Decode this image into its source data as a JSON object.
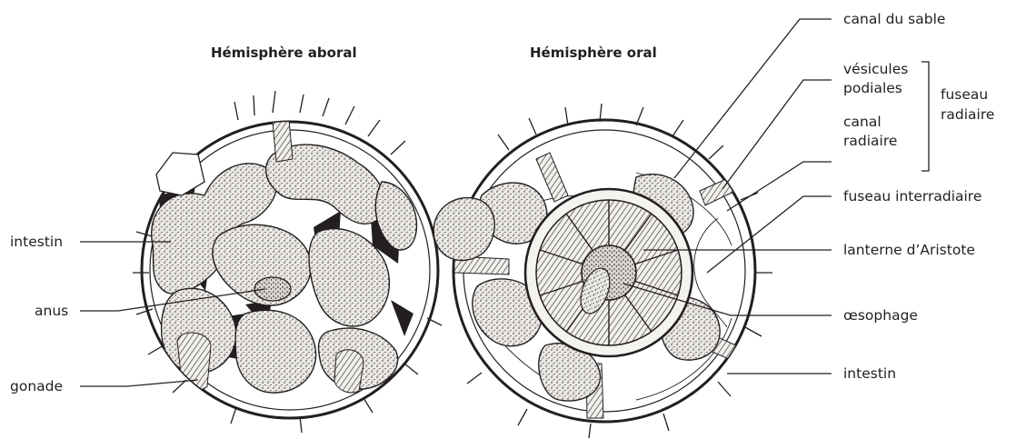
{
  "titles": {
    "aboral": "Hémisphère aboral",
    "oral": "Hémisphère oral"
  },
  "labels": {
    "left_intestin": "intestin",
    "anus": "anus",
    "gonade": "gonade",
    "canal_du_sable": "canal du sable",
    "vesicules_line1": "vésicules",
    "vesicules_line2": "podiales",
    "canal_line1": "canal",
    "canal_line2": "radiaire",
    "fuseau_radiaire_line1": "fuseau",
    "fuseau_radiaire_line2": "radiaire",
    "fuseau_interradiaire": "fuseau interradiaire",
    "lanterne": "lanterne d’Aristote",
    "oesophage": "œsophage",
    "right_intestin": "intestin"
  },
  "colors": {
    "ink": "#231f20",
    "organ_fill": "#e8e6e2",
    "dark_tissue": "#231f20",
    "background": "#ffffff"
  }
}
